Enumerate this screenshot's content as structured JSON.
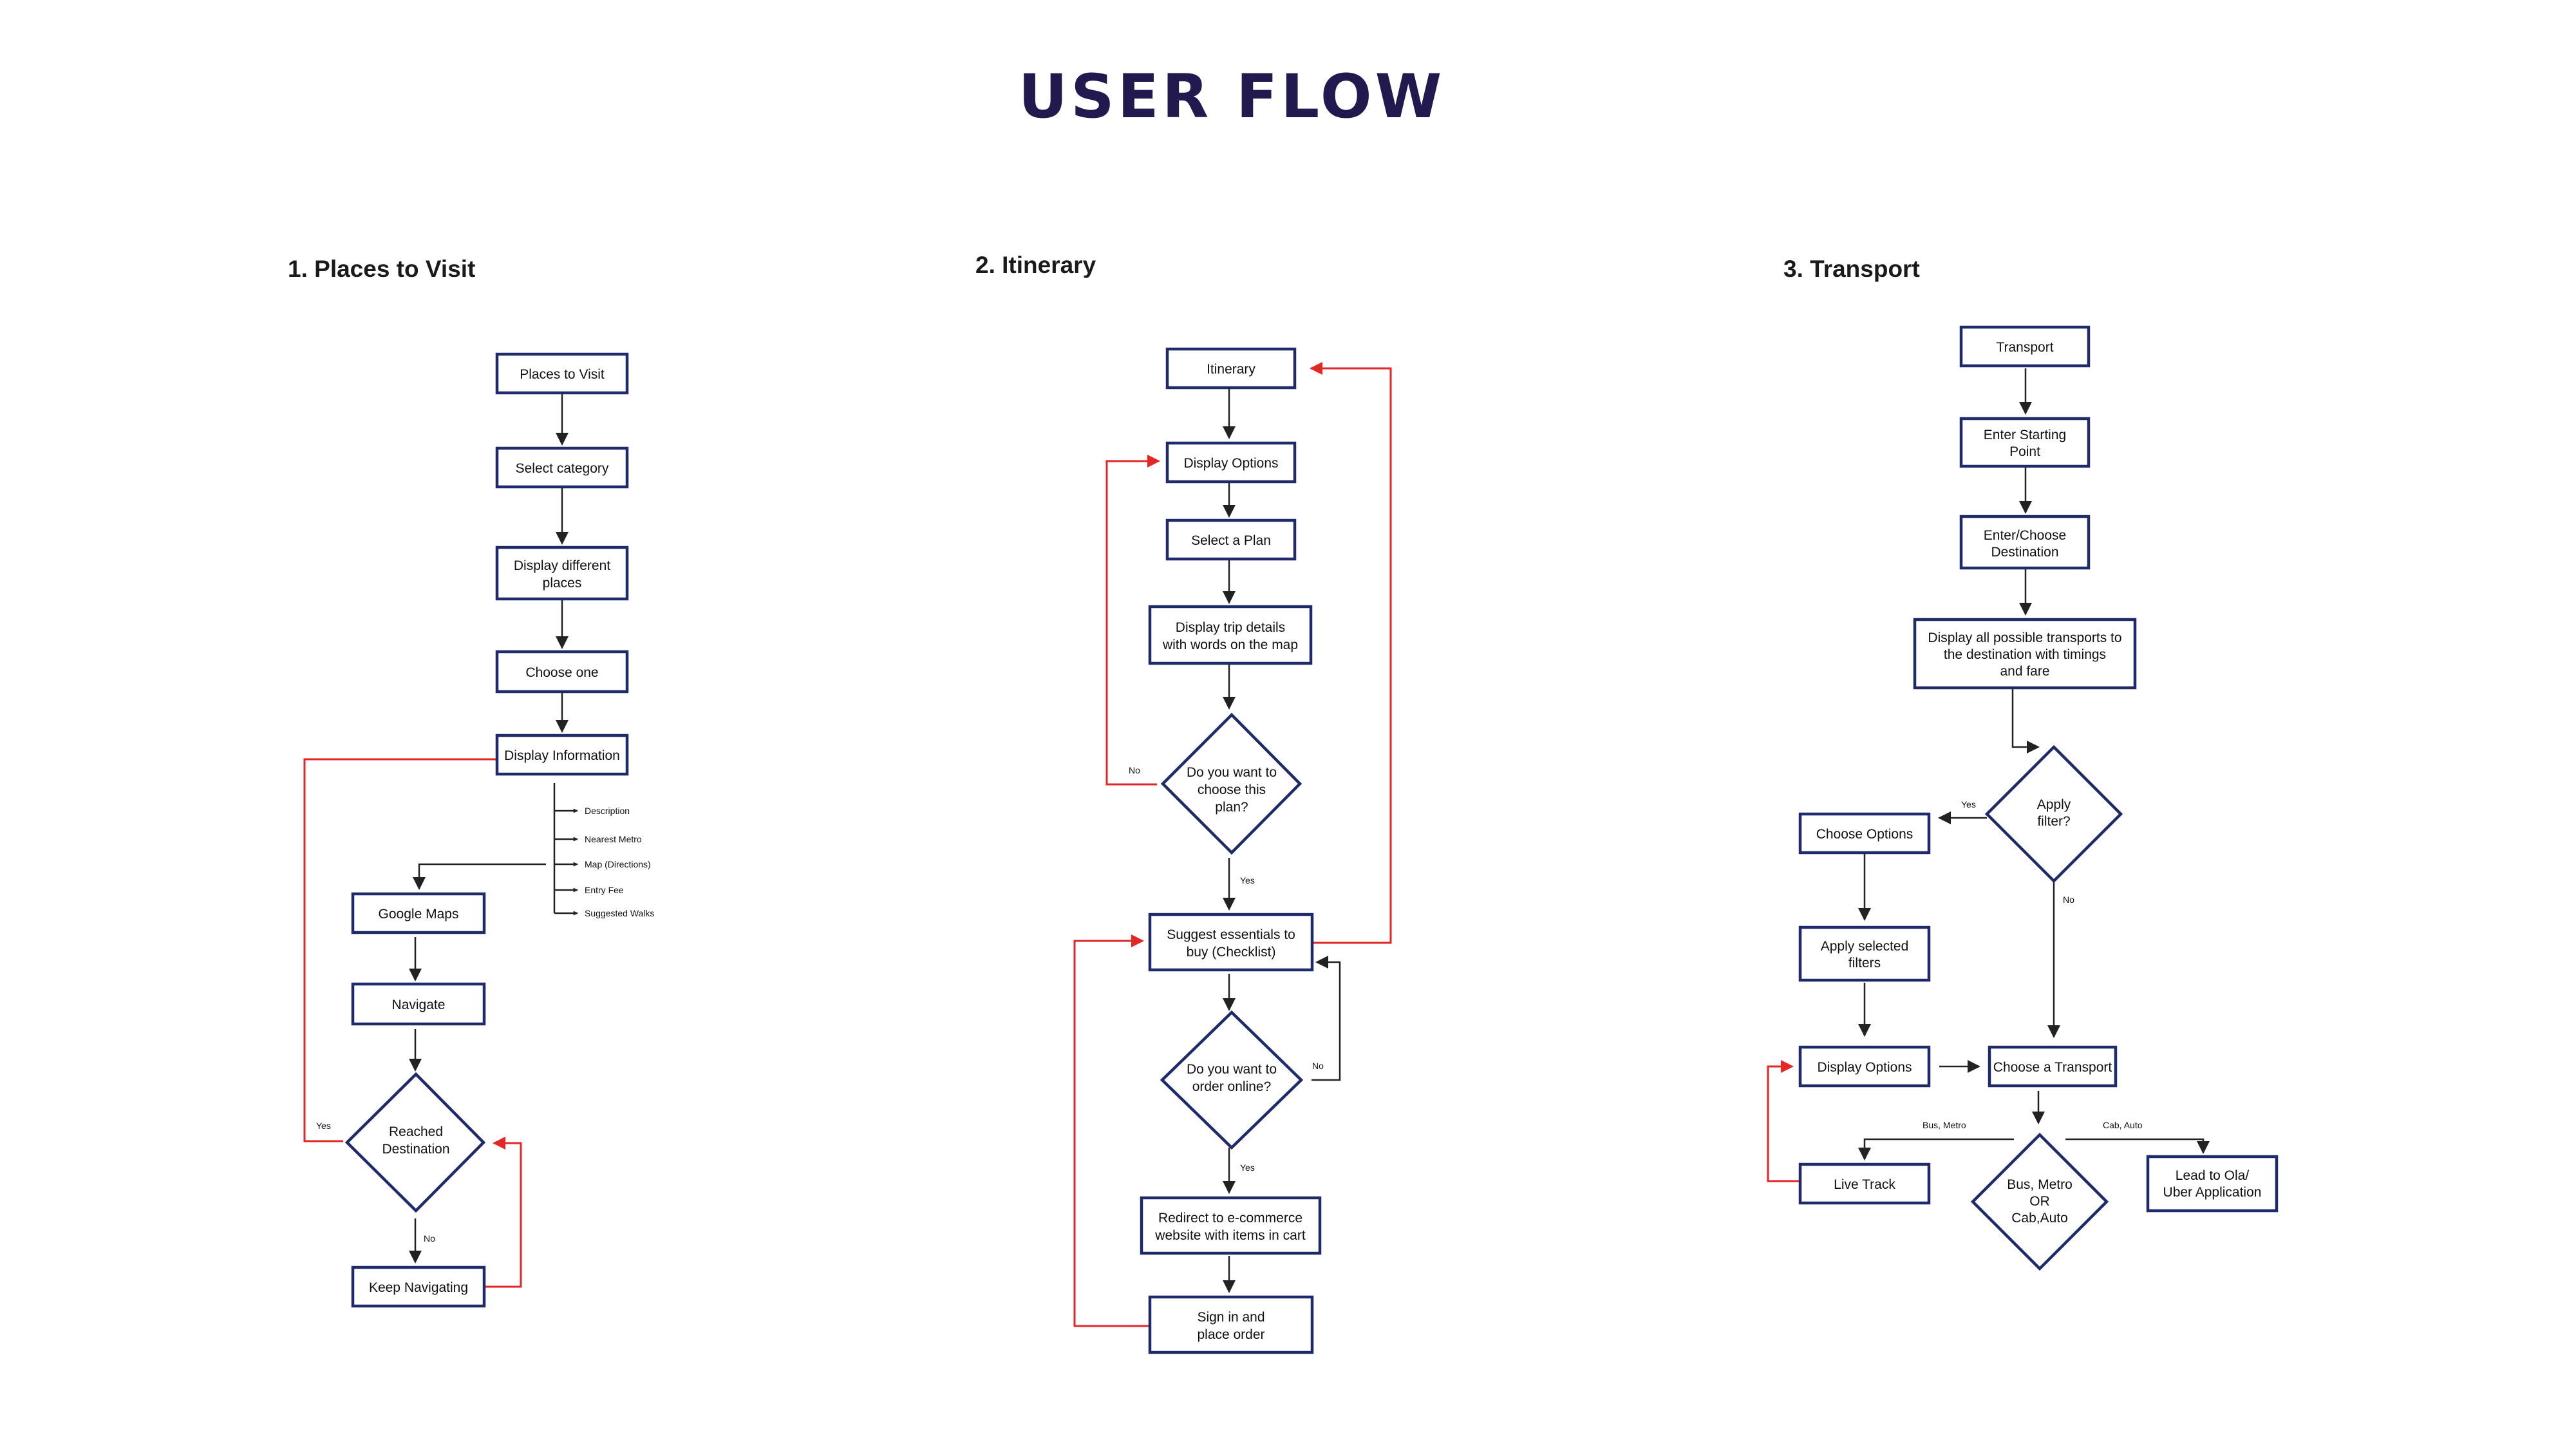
{
  "title": "USER FLOW",
  "sections": {
    "places": "1. Places to Visit",
    "itinerary": "2. Itinerary",
    "transport": "3. Transport"
  },
  "places": {
    "start": "Places to Visit",
    "select_category": "Select category",
    "display_places": [
      "Display different",
      "places"
    ],
    "choose_one": "Choose one",
    "display_information": "Display Information",
    "info_items": [
      "Description",
      "Nearest Metro",
      "Map (Directions)",
      "Entry Fee",
      "Suggested Walks"
    ],
    "google_maps": "Google Maps",
    "navigate": "Navigate",
    "reached_destination": [
      "Reached",
      "Destination"
    ],
    "keep_navigating": "Keep Navigating",
    "yes": "Yes",
    "no": "No"
  },
  "itinerary": {
    "start": "Itinerary",
    "display_options": "Display Options",
    "select_plan": "Select a Plan",
    "trip_details": [
      "Display trip details",
      "with words on the map"
    ],
    "choose_plan": [
      "Do you want to",
      "choose this",
      "plan?"
    ],
    "suggest_essentials": [
      "Suggest essentials to",
      "buy (Checklist)"
    ],
    "order_online": [
      "Do you want to",
      "order online?"
    ],
    "redirect": [
      "Redirect to e-commerce",
      "website with items in cart"
    ],
    "sign_in": [
      "Sign in and",
      "place order"
    ],
    "yes": "Yes",
    "no": "No"
  },
  "transport": {
    "start": "Transport",
    "starting_point": [
      "Enter Starting",
      "Point"
    ],
    "destination": [
      "Enter/Choose",
      "Destination"
    ],
    "display_transports": [
      "Display all possible transports to",
      "the destination with timings",
      "and fare"
    ],
    "apply_filter": [
      "Apply",
      "filter?"
    ],
    "choose_options": "Choose Options",
    "apply_selected": [
      "Apply selected",
      "filters"
    ],
    "display_options": "Display Options",
    "choose_transport": "Choose a Transport",
    "bus_metro_or_cab": [
      "Bus, Metro",
      "OR",
      "Cab,Auto"
    ],
    "live_track": "Live Track",
    "lead_to": [
      "Lead to Ola/",
      "Uber Application"
    ],
    "bus_metro_label": "Bus, Metro",
    "cab_auto_label": "Cab, Auto",
    "yes": "Yes",
    "no": "No"
  },
  "colors": {
    "title": "#221a4f",
    "box_border": "#1f2a6b",
    "red_loop": "#e32626",
    "arrow": "#222222"
  }
}
